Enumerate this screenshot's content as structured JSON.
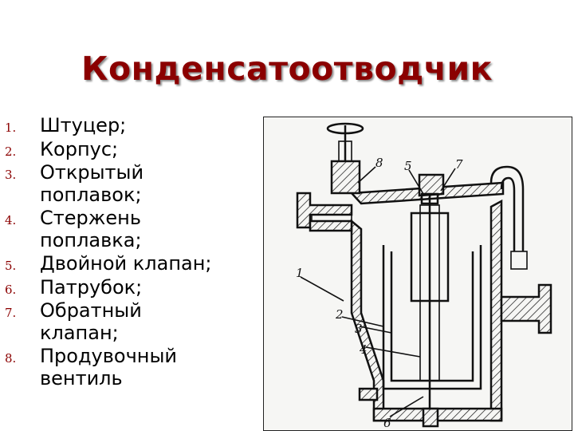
{
  "title": "Конденсатоотводчик",
  "items": [
    {
      "num": "1.",
      "text": "Штуцер;"
    },
    {
      "num": "2.",
      "text": "Корпус;"
    },
    {
      "num": "3.",
      "text": "Открытый поплавок;"
    },
    {
      "num": "4.",
      "text": "Стержень поплавка;"
    },
    {
      "num": "5.",
      "text": "Двойной клапан;"
    },
    {
      "num": "6.",
      "text": "Патрубок;"
    },
    {
      "num": "7.",
      "text": "Обратный клапан;"
    },
    {
      "num": "8.",
      "text": "Продувочный вентиль"
    }
  ],
  "diagram": {
    "callouts": [
      "1",
      "2",
      "3",
      "4",
      "5",
      "6",
      "7",
      "8"
    ]
  }
}
